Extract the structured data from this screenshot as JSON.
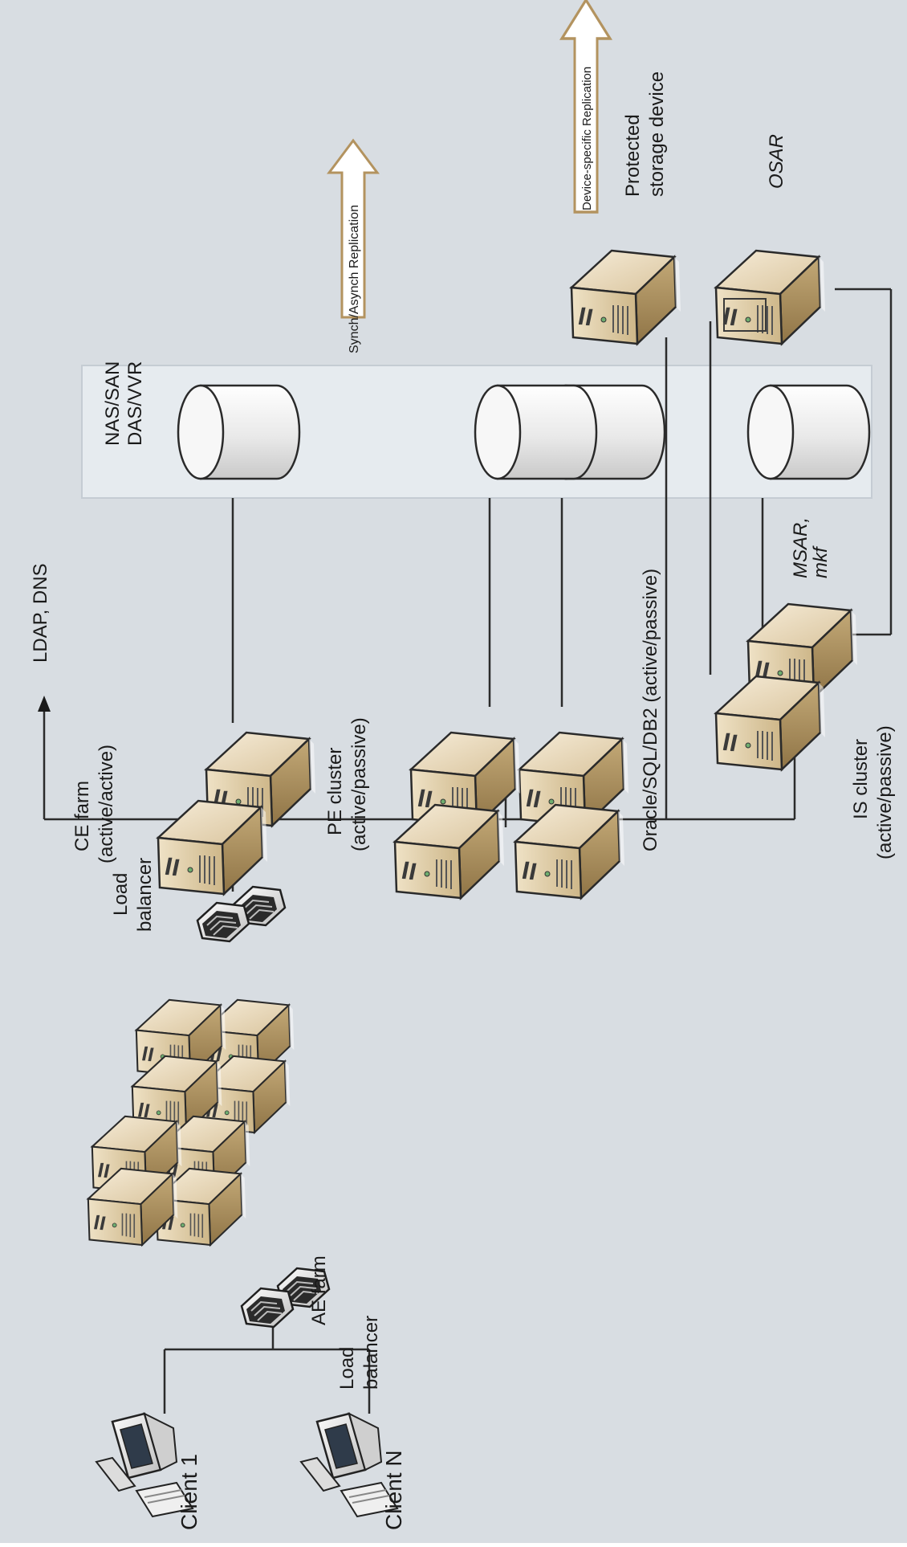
{
  "labels": {
    "ldap_dns": "LDAP, DNS",
    "nas_san_line1": "NAS/SAN",
    "nas_san_line2": "DAS/VVR",
    "synch_replication": "Synch/Asynch Replication",
    "device_replication": "Device-specific Replication",
    "protected_storage_line1": "Protected",
    "protected_storage_line2": "storage device",
    "osar": "OSAR",
    "msar_line1": "MSAR,",
    "msar_line2": "mkf",
    "is_cluster_line1": "IS cluster",
    "is_cluster_line2": "(active/passive)",
    "oracle_db": "Oracle/SQL/DB2 (active/passive)",
    "pe_cluster_line1": "PE cluster",
    "pe_cluster_line2": "(active/passive)",
    "ce_farm_line1": "CE farm",
    "ce_farm_line2": "(active/active)",
    "lb_top_line1": "Load",
    "lb_top_line2": "balancer",
    "ae_farm": "AE farm",
    "lb_bottom_line1": "Load",
    "lb_bottom_line2": "balancer",
    "client_1": "Client 1",
    "client_n": "Client N"
  },
  "colors": {
    "background": "#d8dde2",
    "server_body": "#e7d9bd",
    "server_side": "#b09566",
    "disk_body": "#f2f2f2",
    "storage_band": "#e6ebef",
    "arrow_fill": "#ffffff"
  }
}
